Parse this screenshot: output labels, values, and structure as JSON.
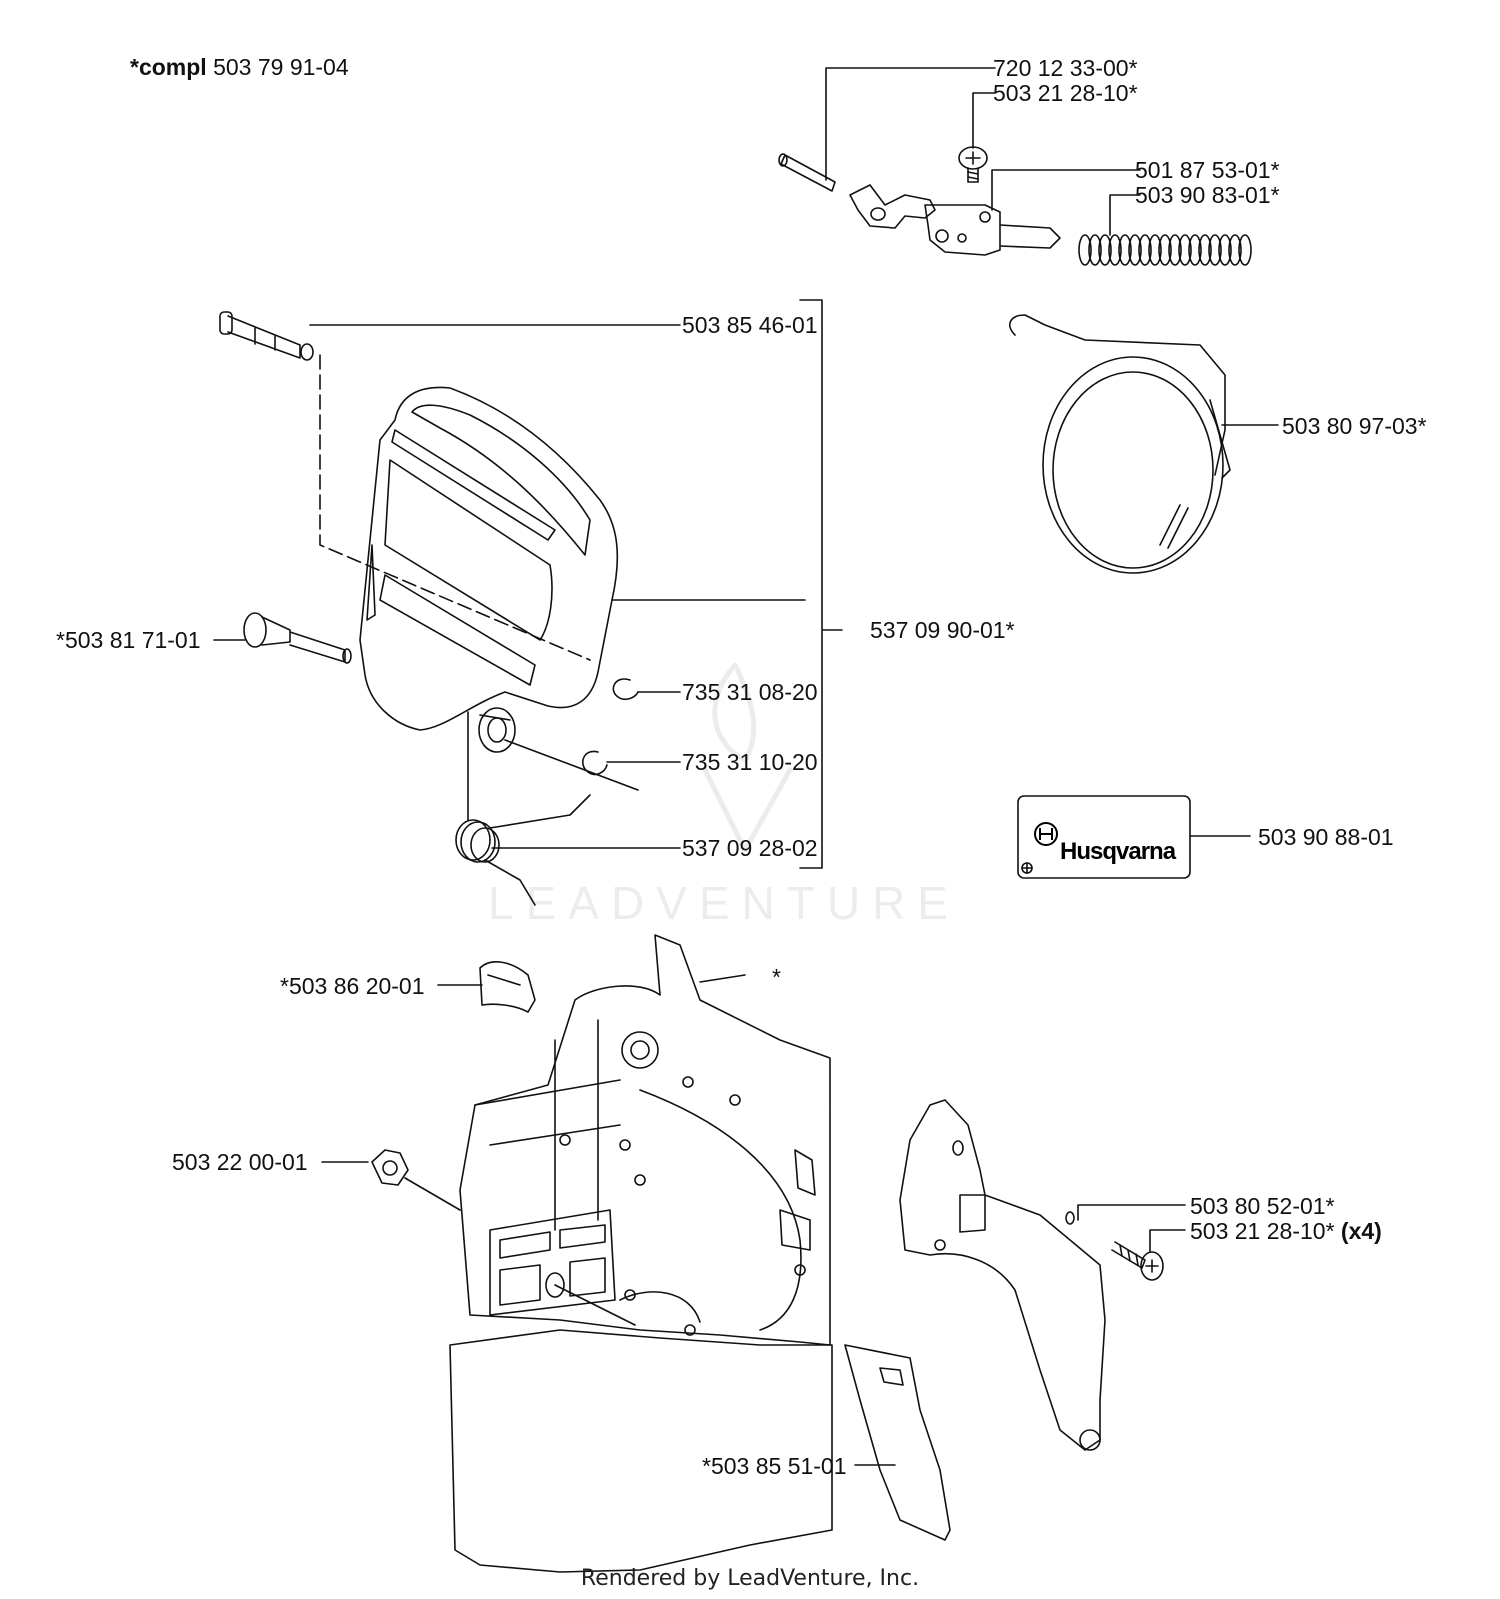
{
  "header": {
    "compl_prefix": "*compl",
    "compl_number": "503 79 91-04"
  },
  "parts": {
    "p1": "720 12 33-00*",
    "p2": "503 21 28-10*",
    "p3": "501 87 53-01*",
    "p4": "503 90 83-01*",
    "p5": "503 85 46-01",
    "p6": "503 80 97-03*",
    "p7": "*503 81 71-01",
    "p8": "537 09 90-01*",
    "p9": "735 31 08-20",
    "p10": "735 31 10-20",
    "p11": "537 09 28-02",
    "p12": "503 90 88-01",
    "p13": "*503 86 20-01",
    "p14": "*",
    "p15": "503 22 00-01",
    "p16": "503 80 52-01*",
    "p17": "503 21 28-10*",
    "p17_qty": "(x4)",
    "p18": "*503 85 51-01"
  },
  "decal": {
    "brand": "Husqvarna",
    "logo_letter": "H"
  },
  "watermark": {
    "text": "LEADVENTURE"
  },
  "footer": {
    "text": "Rendered by LeadVenture, Inc."
  },
  "colors": {
    "line": "#111111",
    "watermark": "#ececec",
    "background": "#ffffff"
  }
}
